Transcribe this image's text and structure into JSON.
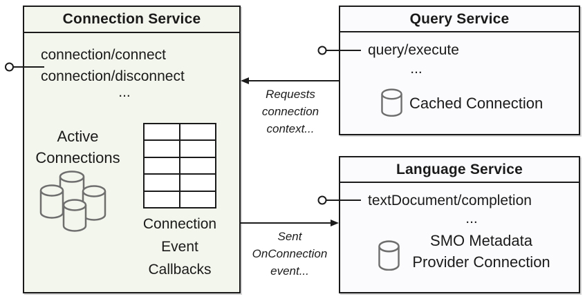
{
  "connection_service": {
    "title": "Connection Service",
    "methods": [
      "connection/connect",
      "connection/disconnect"
    ],
    "ellipsis": "...",
    "active_label": [
      "Active",
      "Connections"
    ],
    "callbacks_label": [
      "Connection",
      "Event",
      "Callbacks"
    ],
    "table": {
      "rows": 5,
      "cols": 2
    }
  },
  "query_service": {
    "title": "Query Service",
    "methods": [
      "query/execute"
    ],
    "ellipsis": "...",
    "cached_connection_label": "Cached Connection"
  },
  "language_service": {
    "title": "Language Service",
    "methods": [
      "textDocument/completion"
    ],
    "ellipsis": "...",
    "smo_label": [
      "SMO Metadata",
      "Provider Connection"
    ]
  },
  "arrows": {
    "requests_label": [
      "Requests",
      "connection",
      "context..."
    ],
    "sent_label": [
      "Sent",
      "OnConnection",
      "event..."
    ]
  },
  "colors": {
    "connection_fill": "#f3f6ec",
    "service_fill": "#fbfbfd",
    "border": "#1a1a1a",
    "cylinder_stroke": "#6e6e6e"
  }
}
